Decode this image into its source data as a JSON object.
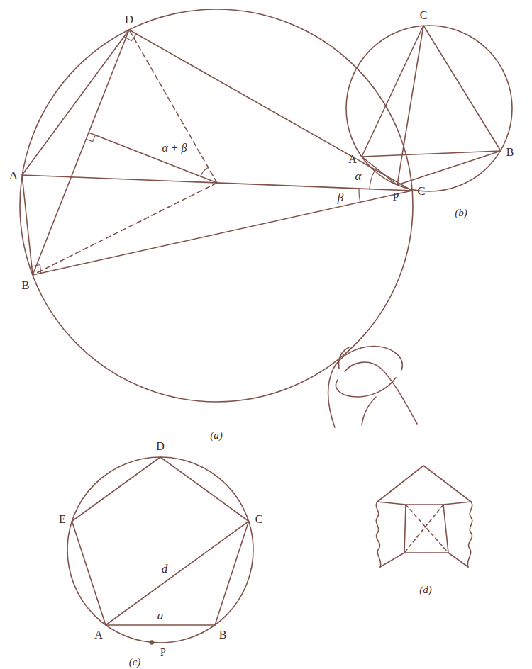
{
  "diagram": {
    "labels": [
      "D",
      "α + β",
      "α",
      "A",
      "C",
      "β",
      "B",
      "(a)",
      "C",
      "A",
      "B",
      "P",
      "(b)",
      "D",
      "E",
      "C",
      "d",
      "a",
      "A",
      "P",
      "B",
      "(c)",
      "(d)"
    ]
  }
}
